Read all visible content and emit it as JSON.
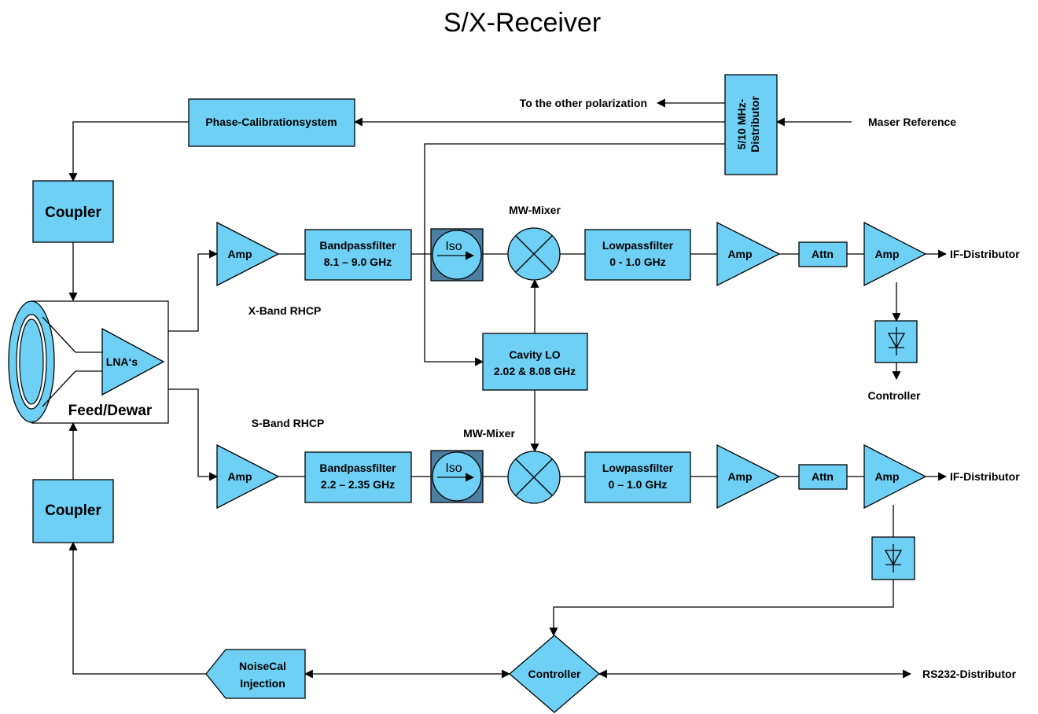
{
  "title": "S/X-Receiver",
  "colors": {
    "block_fill": "#6fd0f6",
    "line": "#000000",
    "background": "#ffffff"
  },
  "top": {
    "phase_cal": "Phase-Calibrationsystem",
    "other_polarization": "To the other polarization",
    "distributor_line1": "5/10 MHz-",
    "distributor_line2": "Distributor",
    "maser_reference": "Maser Reference"
  },
  "left": {
    "coupler_top": "Coupler",
    "coupler_bottom": "Coupler",
    "lna": "LNA‘s",
    "feed_dewar": "Feed/Dewar"
  },
  "x_band": {
    "label": "X-Band RHCP",
    "amp1": "Amp",
    "bpf_line1": "Bandpassfilter",
    "bpf_line2": "8.1 – 9.0 GHz",
    "iso": "Iso",
    "mixer": "MW-Mixer",
    "lpf_line1": "Lowpassfilter",
    "lpf_line2": "0 - 1.0 GHz",
    "amp2": "Amp",
    "attn": "Attn",
    "amp3": "Amp",
    "output": "IF-Distributor",
    "controller": "Controller"
  },
  "lo": {
    "line1": "Cavity LO",
    "line2": "2.02 & 8.08 GHz"
  },
  "s_band": {
    "label": "S-Band RHCP",
    "amp1": "Amp",
    "bpf_line1": "Bandpassfilter",
    "bpf_line2": "2.2 – 2.35 GHz",
    "iso": "Iso",
    "mixer": "MW-Mixer",
    "lpf_line1": "Lowpassfilter",
    "lpf_line2": "0 – 1.0 GHz",
    "amp2": "Amp",
    "attn": "Attn",
    "amp3": "Amp",
    "output": "IF-Distributor"
  },
  "bottom": {
    "noisecal_line1": "NoiseCal",
    "noisecal_line2": "Injection",
    "controller": "Controller",
    "rs232": "RS232-Distributor"
  }
}
